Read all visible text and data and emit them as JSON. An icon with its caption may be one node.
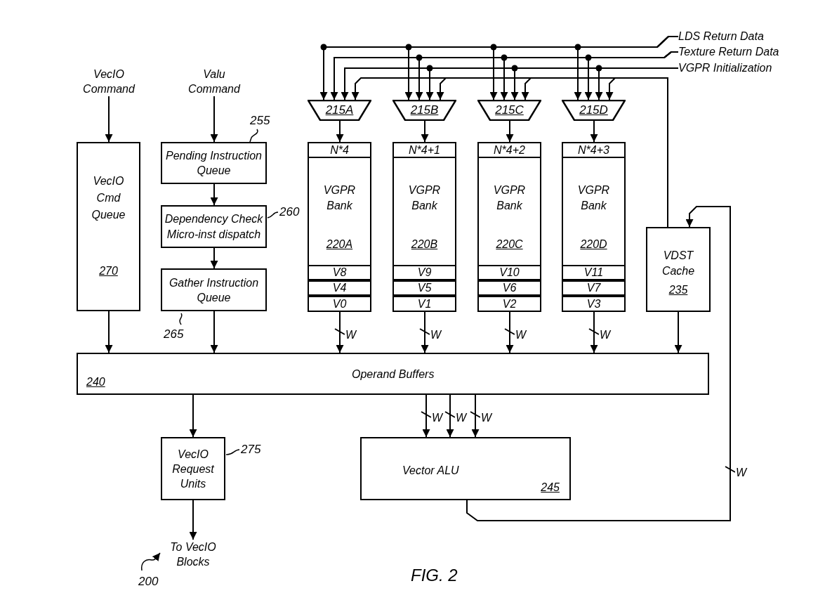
{
  "diagram": {
    "caption": "FIG. 2",
    "nodes": [
      {
        "text": [
          "LDS Return Data"
        ]
      },
      {
        "text": [
          "Texture Return Data"
        ]
      },
      {
        "text": [
          "VGPR Initialization"
        ]
      },
      {
        "text": [
          "VecIO Command"
        ]
      },
      {
        "text": [
          "Valu Command"
        ]
      },
      {
        "text": [
          "215A"
        ]
      },
      {
        "text": [
          "215B"
        ]
      },
      {
        "text": [
          "215C"
        ]
      },
      {
        "text": [
          "215D"
        ]
      },
      {
        "text": [
          "VecIO Cmd Queue",
          "270"
        ]
      },
      {
        "text": [
          "Pending Instruction Queue"
        ],
        "beside": [
          "255"
        ]
      },
      {
        "text": [
          "Dependency Check Micro-inst dispatch"
        ],
        "beside": [
          "260"
        ]
      },
      {
        "text": [
          "Gather Instruction Queue"
        ],
        "beside": [
          "265"
        ]
      },
      {
        "text": [
          "VGPR Bank",
          "220A"
        ]
      },
      {
        "text": [
          "N*4"
        ],
        "in": 13
      },
      {
        "text": [
          "V8"
        ],
        "in": 13
      },
      {
        "text": [
          "V4"
        ],
        "in": 13
      },
      {
        "text": [
          "V0"
        ],
        "in": 13
      },
      {
        "text": [
          "VGPR Bank",
          "220B"
        ]
      },
      {
        "text": [
          "N*4+1"
        ],
        "in": 18
      },
      {
        "text": [
          "V9"
        ],
        "in": 18
      },
      {
        "text": [
          "V5"
        ],
        "in": 18
      },
      {
        "text": [
          "V1"
        ],
        "in": 18
      },
      {
        "text": [
          "VGPR Bank",
          "220C"
        ]
      },
      {
        "text": [
          "N*4+2"
        ],
        "in": 23
      },
      {
        "text": [
          "V10"
        ],
        "in": 23
      },
      {
        "text": [
          "V6"
        ],
        "in": 23
      },
      {
        "text": [
          "V2"
        ],
        "in": 23
      },
      {
        "text": [
          "VGPR Bank",
          "220D"
        ]
      },
      {
        "text": [
          "N*4+3"
        ],
        "in": 28
      },
      {
        "text": [
          "V11"
        ],
        "in": 28
      },
      {
        "text": [
          "V7"
        ],
        "in": 28
      },
      {
        "text": [
          "V3"
        ],
        "in": 28
      },
      {
        "text": [
          "VDST Cache",
          "235"
        ]
      },
      {
        "text": [
          "Operand Buffers",
          "240"
        ]
      },
      {
        "text": [
          "VecIO Request Units"
        ],
        "beside": [
          "275"
        ]
      },
      {
        "text": [
          "Vector ALU",
          "245"
        ]
      },
      {
        "text": [
          "To VecIO Blocks"
        ]
      }
    ],
    "edges": [
      {
        "from": 0,
        "to": 5,
        "arrow": "to"
      },
      {
        "from": 0,
        "to": 6,
        "arrow": "to"
      },
      {
        "from": 0,
        "to": 7,
        "arrow": "to"
      },
      {
        "from": 0,
        "to": 8,
        "arrow": "to"
      },
      {
        "from": 1,
        "to": 5,
        "arrow": "to"
      },
      {
        "from": 1,
        "to": 6,
        "arrow": "to"
      },
      {
        "from": 1,
        "to": 7,
        "arrow": "to"
      },
      {
        "from": 1,
        "to": 8,
        "arrow": "to"
      },
      {
        "from": 2,
        "to": 5,
        "arrow": "to"
      },
      {
        "from": 2,
        "to": 6,
        "arrow": "to"
      },
      {
        "from": 2,
        "to": 7,
        "arrow": "to"
      },
      {
        "from": 2,
        "to": 8,
        "arrow": "to"
      },
      {
        "from": 33,
        "to": 5,
        "arrow": "to"
      },
      {
        "from": 33,
        "to": 6,
        "arrow": "to"
      },
      {
        "from": 33,
        "to": 7,
        "arrow": "to"
      },
      {
        "from": 33,
        "to": 8,
        "arrow": "to"
      },
      {
        "from": 5,
        "to": 13,
        "arrow": "to"
      },
      {
        "from": 6,
        "to": 18,
        "arrow": "to"
      },
      {
        "from": 7,
        "to": 23,
        "arrow": "to"
      },
      {
        "from": 8,
        "to": 28,
        "arrow": "to"
      },
      {
        "from": 3,
        "to": 9,
        "arrow": "to"
      },
      {
        "from": 4,
        "to": 10,
        "arrow": "to"
      },
      {
        "from": 10,
        "to": 11,
        "arrow": "to"
      },
      {
        "from": 11,
        "to": 12,
        "arrow": "to"
      },
      {
        "from": 13,
        "to": 34,
        "arrow": "to",
        "label": "W"
      },
      {
        "from": 18,
        "to": 34,
        "arrow": "to",
        "label": "W"
      },
      {
        "from": 23,
        "to": 34,
        "arrow": "to",
        "label": "W"
      },
      {
        "from": 28,
        "to": 34,
        "arrow": "to",
        "label": "W"
      },
      {
        "from": 9,
        "to": 34,
        "arrow": "to"
      },
      {
        "from": 12,
        "to": 34,
        "arrow": "to"
      },
      {
        "from": 33,
        "to": 34,
        "arrow": "to"
      },
      {
        "from": 34,
        "to": 35,
        "arrow": "to"
      },
      {
        "from": 34,
        "to": 36,
        "arrow": "to",
        "label": "W"
      },
      {
        "from": 34,
        "to": 36,
        "arrow": "to",
        "label": "W"
      },
      {
        "from": 34,
        "to": 36,
        "arrow": "to",
        "label": "W"
      },
      {
        "from": 35,
        "to": 37,
        "arrow": "to"
      },
      {
        "from": 36,
        "to": 33,
        "arrow": "to",
        "label": "W"
      }
    ],
    "labels": [
      "200"
    ]
  }
}
